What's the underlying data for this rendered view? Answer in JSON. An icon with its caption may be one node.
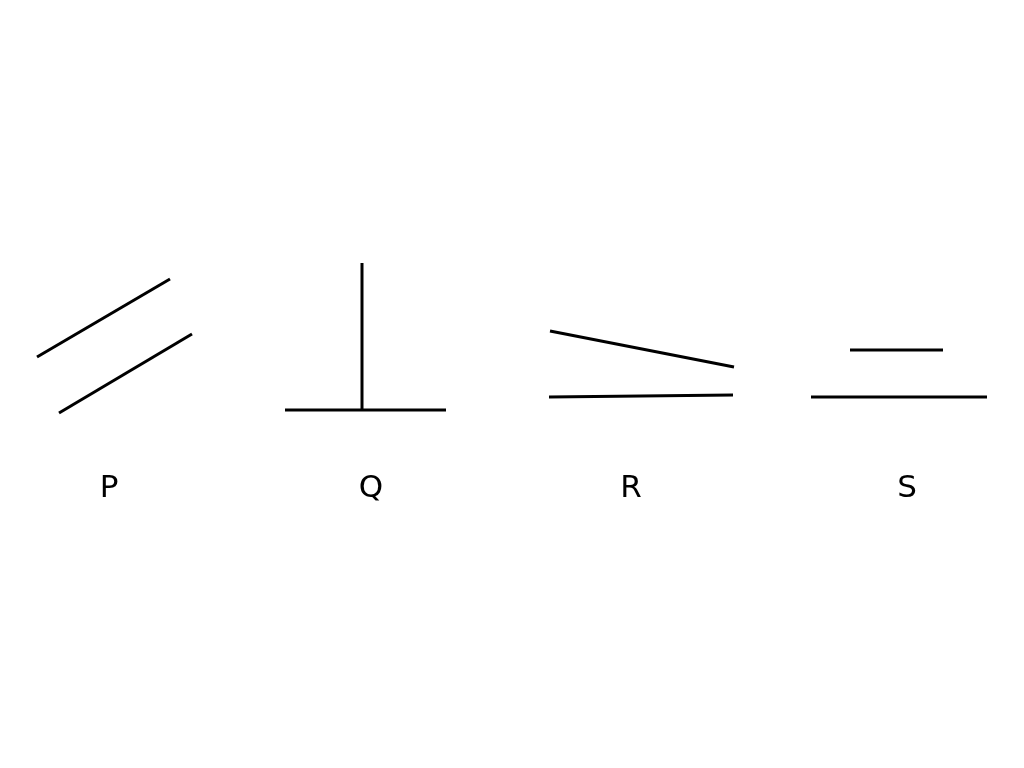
{
  "diagram": {
    "labels": [
      "P",
      "Q",
      "R",
      "S"
    ]
  }
}
